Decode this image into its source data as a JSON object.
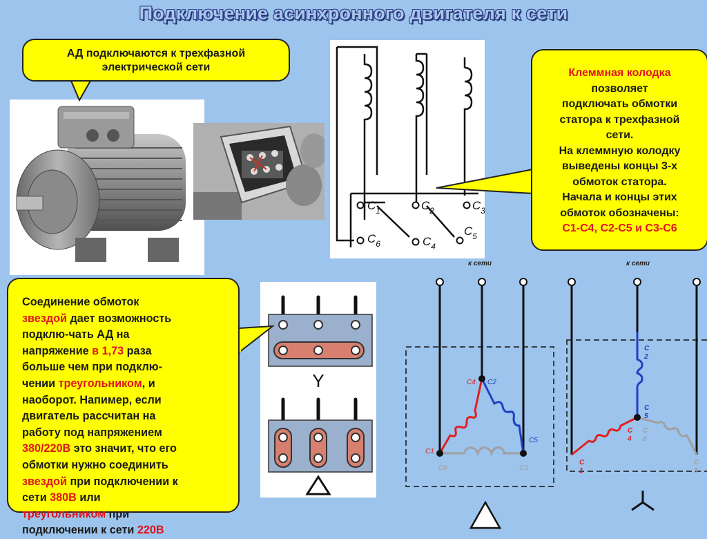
{
  "title": "Подключение асинхронного двигателя к сети",
  "callout_top": {
    "line1": "АД подключаются к трехфазной",
    "line2": "электрической сети"
  },
  "callout_right": {
    "line1": "Клеммная колодка",
    "line2": "позволяет",
    "line3": "подключать обмотки",
    "line4": "статора к трехфазной",
    "line5": "сети.",
    "line6": "На клеммную колодку",
    "line7": "выведены концы 3-х",
    "line8": "обмоток статора.",
    "line9": "Начала и концы этих",
    "line10": "обмоток обозначены:",
    "line11": "С1-С4, С2-С5 и С3-С6"
  },
  "callout_bottom": {
    "l1": "Соединение обмоток",
    "l2a": "звездой",
    "l2b": " дает возможность",
    "l3": "подклю-чать АД на",
    "l4a": "напряжение ",
    "l4b": "в 1,73",
    "l4c": " раза",
    "l5": "больше чем при подклю-",
    "l6a": "чении ",
    "l6b": "треугольником",
    "l6c": ", и",
    "l7": "наоборот. Напимер, если",
    "l8": "двигатель рассчитан на",
    "l9": "работу под напряжением",
    "l10a": "380/220В",
    "l10b": " это значит, что его",
    "l11": "обмотки нужно соединить",
    "l12a": "звездой",
    "l12b": " при подключении к",
    "l13a": "сети ",
    "l13b": "380В",
    "l13c": " или",
    "l14a": "треугольником",
    "l14b": " при",
    "l15a": "подключении к сети ",
    "l15b": "220В"
  },
  "terminal_scheme": {
    "c1": "C",
    "n1": "1",
    "c2": "C",
    "n2": "2",
    "c3": "C",
    "n3": "3",
    "c6": "C",
    "n6": "6",
    "c4": "C",
    "n4": "4",
    "c5": "C",
    "n5": "5"
  },
  "block_labels": {
    "star": "Y",
    "delta": "Δ"
  },
  "delta_diagram": {
    "k_seti": "к сети",
    "c1": "C1",
    "c2": "C2",
    "c3": "C3",
    "c4": "C4",
    "c5": "C5",
    "c6": "C6",
    "symbol": "△"
  },
  "star_diagram": {
    "k_seti": "к сети",
    "c1a": "C",
    "c1b": "1",
    "c2a": "C",
    "c2b": "2",
    "c3a": "C",
    "c3b": "3",
    "c4a": "C",
    "c4b": "4",
    "c5a": "C",
    "c5b": "5",
    "c6a": "C",
    "c6b": "6"
  },
  "colors": {
    "background": "#9cc4ec",
    "callout": "#ffff00",
    "red_text": "#e0141c",
    "phase_red": "#e02020",
    "phase_blue": "#2040c0",
    "phase_gray": "#a0a0a0"
  }
}
